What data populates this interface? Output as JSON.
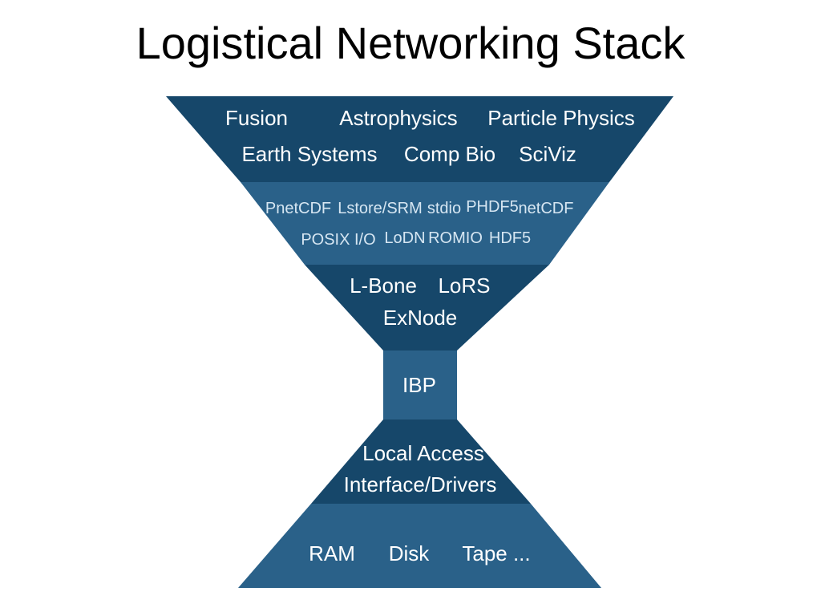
{
  "title": "Logistical Networking Stack",
  "colors": {
    "dark_layer": "#16476a",
    "light_layer": "#2a6189",
    "background": "#ffffff",
    "text": "#ffffff"
  },
  "layers": {
    "applications": {
      "items": [
        "Fusion",
        "Astrophysics",
        "Particle Physics",
        "Earth Systems",
        "Comp Bio",
        "SciViz"
      ]
    },
    "libraries": {
      "items": [
        "PnetCDF",
        "Lstore/SRM",
        "stdio",
        "PHDF5",
        "netCDF",
        "POSIX I/O",
        "LoDN",
        "ROMIO",
        "HDF5"
      ]
    },
    "services": {
      "items": [
        "L-Bone",
        "LoRS",
        "ExNode"
      ]
    },
    "ibp": {
      "label": "IBP"
    },
    "local_access": {
      "line1": "Local Access",
      "line2": "Interface/Drivers"
    },
    "storage": {
      "items": [
        "RAM",
        "Disk",
        "Tape ..."
      ]
    }
  }
}
